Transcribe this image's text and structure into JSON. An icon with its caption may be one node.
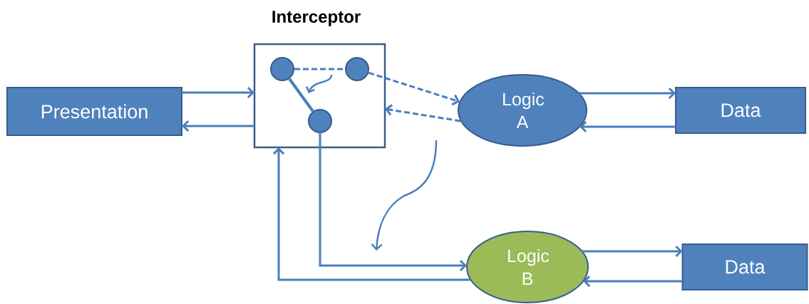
{
  "diagram": {
    "nodes": [
      {
        "text": [
          "Presentation"
        ]
      },
      {
        "text": [
          "Interceptor"
        ]
      },
      {
        "text": [],
        "shape": "circle",
        "in": 1
      },
      {
        "text": [],
        "shape": "circle",
        "in": 1
      },
      {
        "text": [],
        "shape": "circle",
        "in": 1
      },
      {
        "text": [
          "Logic A"
        ]
      },
      {
        "text": [
          "Data"
        ]
      },
      {
        "text": [
          "Logic B"
        ]
      },
      {
        "text": [
          "Data"
        ]
      }
    ],
    "edges": [
      {
        "from": 0,
        "to": 1,
        "arrow": "to"
      },
      {
        "from": 1,
        "to": 0,
        "arrow": "to"
      },
      {
        "from": 2,
        "to": 3,
        "arrow": "none",
        "style": "dashed"
      },
      {
        "from": 2,
        "to": 4,
        "arrow": "none"
      },
      {
        "from": 3,
        "to": 5,
        "arrow": "to",
        "style": "dashed"
      },
      {
        "from": 5,
        "to": 1,
        "arrow": "to",
        "style": "dashed"
      },
      {
        "from": 5,
        "to": 6,
        "arrow": "to"
      },
      {
        "from": 6,
        "to": 5,
        "arrow": "to"
      },
      {
        "from": 4,
        "to": 7,
        "arrow": "to"
      },
      {
        "from": 7,
        "to": 1,
        "arrow": "to"
      },
      {
        "from": 7,
        "to": 8,
        "arrow": "to"
      },
      {
        "from": 8,
        "to": 7,
        "arrow": "to"
      }
    ]
  }
}
